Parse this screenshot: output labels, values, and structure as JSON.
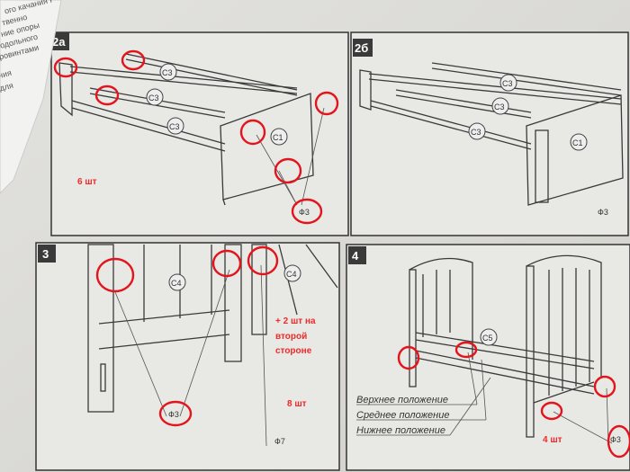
{
  "paper_note_lines": [
    "ого качания Р",
    "твенно",
    "ние опоры",
    "одольного",
    "ровинтами",
    "ния",
    "для"
  ],
  "panels": [
    {
      "number": "2а",
      "parts": [
        "C3",
        "C3",
        "C3",
        "C1",
        "Ф3"
      ],
      "note": "6 шт"
    },
    {
      "number": "2б",
      "parts": [
        "C3",
        "C3",
        "C3",
        "C1",
        "Ф3"
      ]
    },
    {
      "number": "3",
      "parts": [
        "C4",
        "C4",
        "Ф3",
        "Ф7"
      ],
      "note": "8 шт",
      "extra_note": [
        "+ 2 шт на",
        "второй",
        "стороне"
      ]
    },
    {
      "number": "4",
      "parts": [
        "C5",
        "Ф3"
      ],
      "note": "4 шт",
      "positions": [
        "Верхнее положение",
        "Среднее положение",
        "Нижнее положение"
      ]
    }
  ],
  "colors": {
    "annotation": "#e3141b",
    "paper": "#f2f2f0"
  }
}
